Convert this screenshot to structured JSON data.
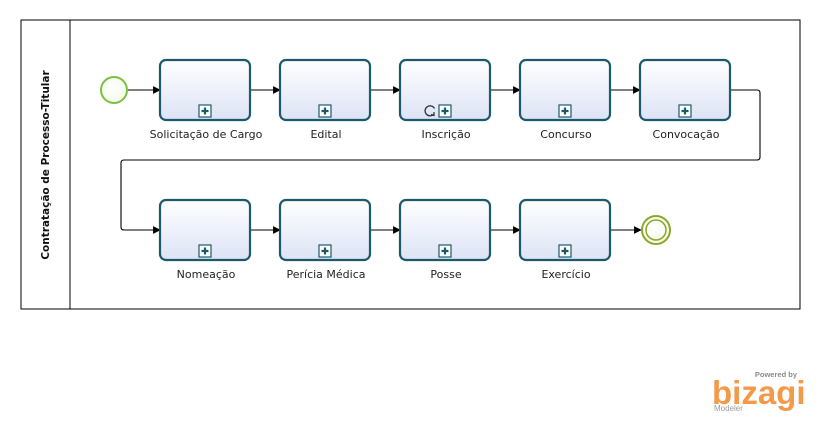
{
  "pool": {
    "label": "Contratação de Processo-Titular"
  },
  "tasks": [
    {
      "label": "Solicitação de Cargo",
      "loop": false
    },
    {
      "label": "Edital",
      "loop": false
    },
    {
      "label": "Inscrição",
      "loop": true
    },
    {
      "label": "Concurso",
      "loop": false
    },
    {
      "label": "Convocação",
      "loop": false
    },
    {
      "label": "Nomeação",
      "loop": false
    },
    {
      "label": "Perícia Médica",
      "loop": false
    },
    {
      "label": "Posse",
      "loop": false
    },
    {
      "label": "Exercício",
      "loop": false
    }
  ],
  "events": {
    "start": "start-event",
    "end": "end-event"
  },
  "branding": {
    "powered_by": "Powered by",
    "name": "bizagi",
    "product": "Modeler"
  },
  "colors": {
    "task_border": "#1c5a6b",
    "task_fill_top": "#ffffff",
    "task_fill_bottom": "#dde3f5",
    "start_event": "#7ac142",
    "end_event": "#8aa82a",
    "arrow": "#000000",
    "logo_orange": "#f39a4a"
  }
}
